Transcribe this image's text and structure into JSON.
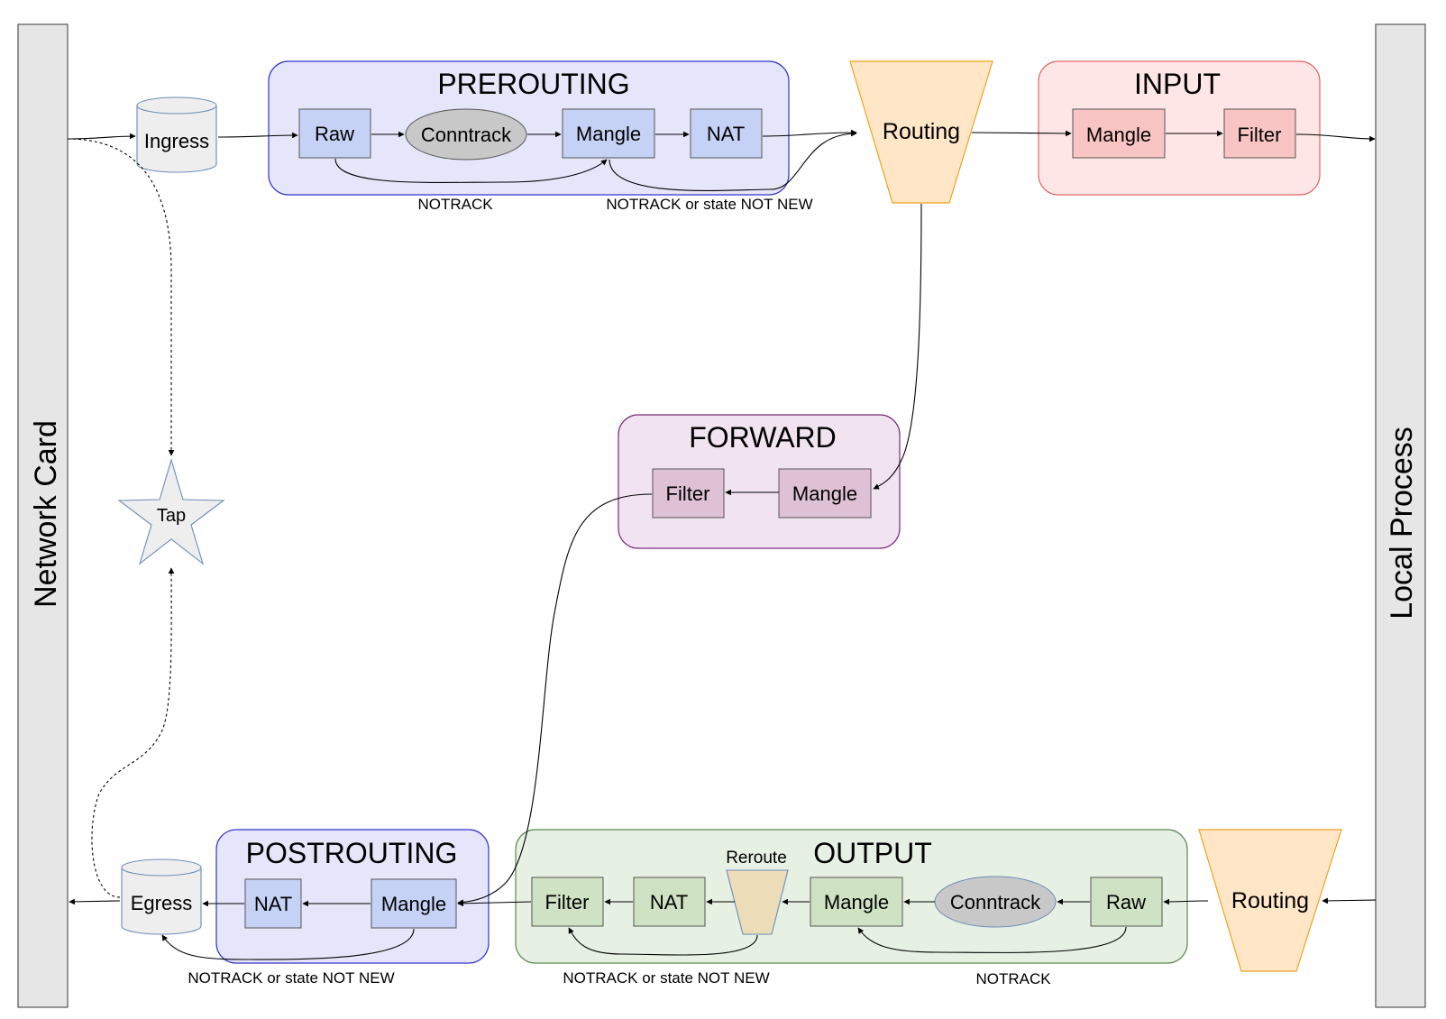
{
  "side_bars": {
    "left": "Network Card",
    "right": "Local Process"
  },
  "prerouting": {
    "title": "PREROUTING",
    "raw": "Raw",
    "conntrack": "Conntrack",
    "mangle": "Mangle",
    "nat": "NAT",
    "skip_label": "NOTRACK",
    "skip_label_2": "NOTRACK or state NOT NEW"
  },
  "routing_top": "Routing",
  "routing_bottom": "Routing",
  "input": {
    "title": "INPUT",
    "mangle": "Mangle",
    "filter": "Filter"
  },
  "forward": {
    "title": "FORWARD",
    "filter": "Filter",
    "mangle": "Mangle"
  },
  "output": {
    "title": "OUTPUT",
    "filter": "Filter",
    "nat": "NAT",
    "reroute": "Reroute",
    "mangle": "Mangle",
    "conntrack": "Conntrack",
    "raw": "Raw",
    "skip_label": "NOTRACK or state NOT NEW",
    "skip_label_2": "NOTRACK"
  },
  "postrouting": {
    "title": "POSTROUTING",
    "nat": "NAT",
    "mangle": "Mangle",
    "skip_label": "NOTRACK or state NOT NEW"
  },
  "ingress": "Ingress",
  "egress": "Egress",
  "tap": "Tap",
  "colors": {
    "bar_fill": "#e6e6e6",
    "prerouting_group": "#e6e6fa",
    "prerouting_border": "#3333cc",
    "prerouting_box": "#c5d1f5",
    "input_group": "#ffe6e6",
    "input_border": "#e06666",
    "input_box": "#f9c4c4",
    "forward_group": "#f1e3ef",
    "forward_border": "#7a2a7a",
    "forward_box": "#dfc1d5",
    "output_group": "#e6f0e3",
    "output_border": "#5a8a50",
    "output_box": "#cfe2c4",
    "routing_fill": "#ffe6c7",
    "routing_border": "#f0a020",
    "reroute_fill": "#eddcb8",
    "conntrack_fill": "#c8c8c8",
    "cylinder_fill": "#eeeeee",
    "cylinder_border": "#6b8db8"
  }
}
